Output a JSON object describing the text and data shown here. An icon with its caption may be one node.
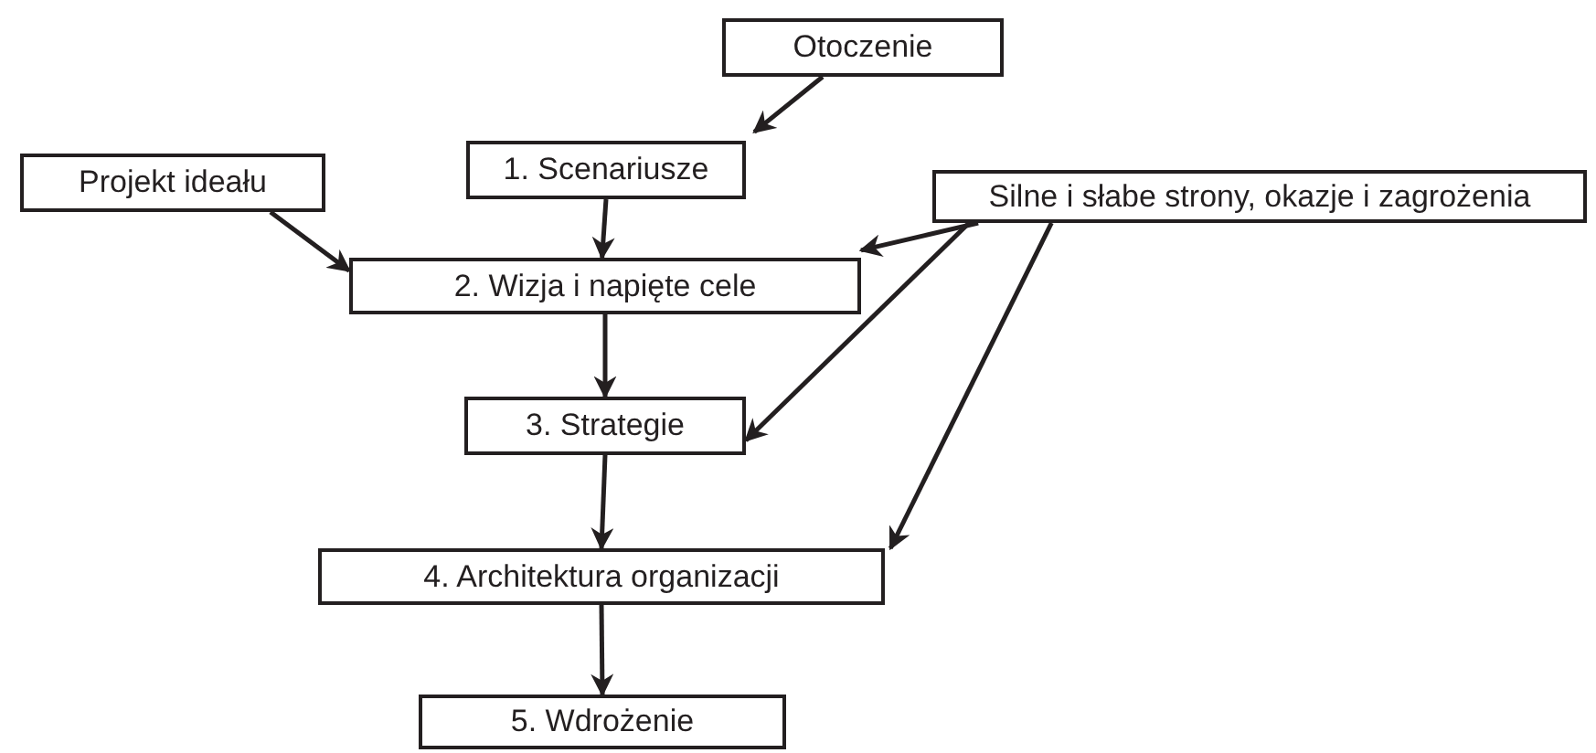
{
  "diagram": {
    "nodes": [
      {
        "text": [
          "Otoczenie"
        ]
      },
      {
        "text": [
          "1. Scenariusze"
        ]
      },
      {
        "text": [
          "Projekt ideału"
        ]
      },
      {
        "text": [
          "Silne i słabe strony, okazje i zagrożenia"
        ]
      },
      {
        "text": [
          "2. Wizja i napięte cele"
        ]
      },
      {
        "text": [
          "3. Strategie"
        ]
      },
      {
        "text": [
          "4. Architektura organizacji"
        ]
      },
      {
        "text": [
          "5. Wdrożenie"
        ]
      }
    ],
    "edges": [
      {
        "from": 0,
        "to": 1,
        "arrow": "to"
      },
      {
        "from": 1,
        "to": 4,
        "arrow": "to"
      },
      {
        "from": 2,
        "to": 4,
        "arrow": "to"
      },
      {
        "from": 3,
        "to": 4,
        "arrow": "to"
      },
      {
        "from": 3,
        "to": 5,
        "arrow": "to"
      },
      {
        "from": 3,
        "to": 6,
        "arrow": "to"
      },
      {
        "from": 4,
        "to": 5,
        "arrow": "to"
      },
      {
        "from": 5,
        "to": 6,
        "arrow": "to"
      },
      {
        "from": 6,
        "to": 7,
        "arrow": "to"
      }
    ]
  }
}
